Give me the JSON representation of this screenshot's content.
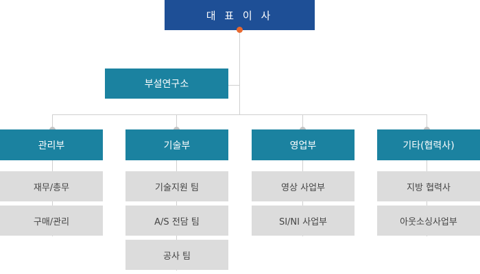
{
  "ceo": {
    "label": "대 표 이 사"
  },
  "lab": {
    "label": "부설연구소"
  },
  "departments": [
    {
      "label": "관리부",
      "teams": [
        "재무/총무",
        "구매/관리"
      ]
    },
    {
      "label": "기술부",
      "teams": [
        "기술지원 팀",
        "A/S 전담 팀",
        "공사 팀"
      ]
    },
    {
      "label": "영업부",
      "teams": [
        "영상 사업부",
        "SI/NI 사업부"
      ]
    },
    {
      "label": "기타(협력사)",
      "teams": [
        "지방 협력사",
        "아웃소싱사업부"
      ]
    }
  ],
  "colors": {
    "ceo_box": "#1e4f96",
    "dept_box": "#1b82a0",
    "team_box": "#dcdcdc",
    "connector": "#cfcfcf",
    "ceo_dot": "#e8692f",
    "dept_dot": "#c4c4c4"
  }
}
